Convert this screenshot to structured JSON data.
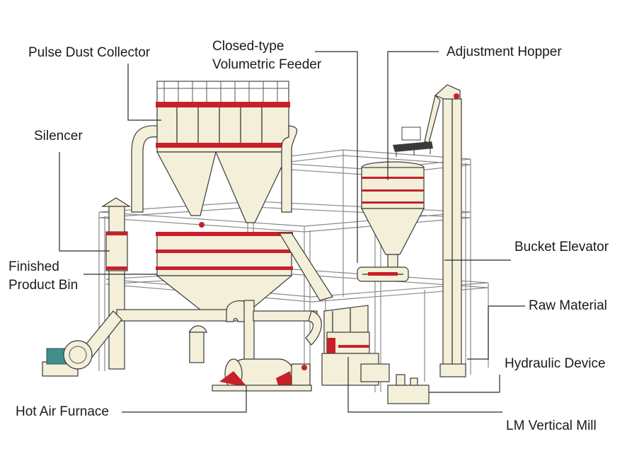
{
  "labels": {
    "pulse_dust_collector": "Pulse Dust Collector",
    "closed_feeder_line1": "Closed-type",
    "closed_feeder_line2": "Volumetric Feeder",
    "adjustment_hopper": "Adjustment Hopper",
    "silencer": "Silencer",
    "bucket_elevator": "Bucket Elevator",
    "finished_bin_line1": "Finished",
    "finished_bin_line2": "Product Bin",
    "raw_material": "Raw Material",
    "hydraulic_device": "Hydraulic Device",
    "hot_air_furnace": "Hot Air Furnace",
    "lm_vertical_mill": "LM Vertical Mill"
  },
  "colors": {
    "structure": "#f3efd9",
    "outline": "#3a3a3a",
    "accent": "#c8202a",
    "motor": "#3f8f8a",
    "frame": "#8a8a8a"
  }
}
